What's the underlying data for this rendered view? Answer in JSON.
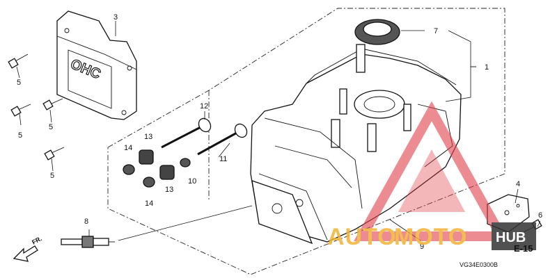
{
  "diagram": {
    "sheet_code": "E-15",
    "drawing_code": "VG34E0300B",
    "direction_label": "FR.",
    "callouts": {
      "c1": "1",
      "c3": "3",
      "c4": "4",
      "c5a": "5",
      "c5b": "5",
      "c5c": "5",
      "c5d": "5",
      "c6": "6",
      "c7": "7",
      "c8": "8",
      "c9": "9",
      "c10": "10",
      "c11": "11",
      "c12": "12",
      "c13a": "13",
      "c13b": "13",
      "c14a": "14",
      "c14b": "14"
    },
    "cover_lettering": "OHC"
  },
  "watermark": {
    "part1": "AUTO",
    "part2": "MOTO",
    "part3": "HUB",
    "color_primary": "#f2b233",
    "color_secondary": "#e0404a",
    "color_dark": "#333333"
  }
}
